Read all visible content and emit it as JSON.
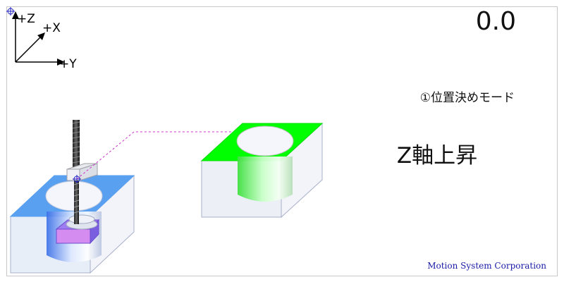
{
  "axes": {
    "z_label": "+Z",
    "x_label": "+X",
    "y_label": "+Y"
  },
  "display": {
    "value": "0.0",
    "mode": "①位置決めモード",
    "action": "Z軸上昇"
  },
  "footer": {
    "company": "Motion System Corporation"
  },
  "colors": {
    "block_face_left": "#5aa0f0",
    "block_face_right": "#00ff00",
    "guide_line": "#cc33cc",
    "company_text": "#1a1aa8",
    "origin_marker": "#2020c0"
  }
}
